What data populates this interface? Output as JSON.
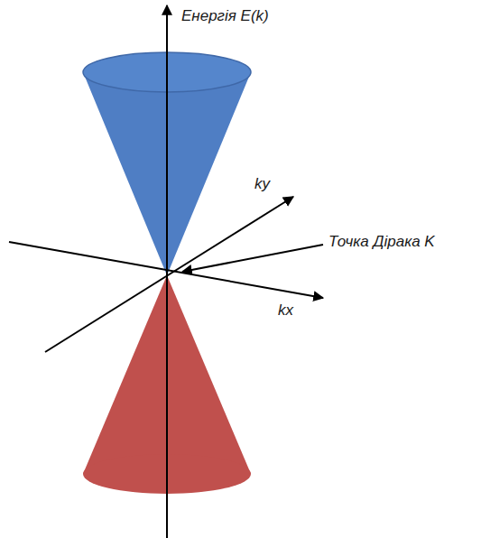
{
  "diagram": {
    "labels": [
      "Енергія E(k)",
      "ky",
      "Точка Дірака K",
      "kx"
    ]
  }
}
